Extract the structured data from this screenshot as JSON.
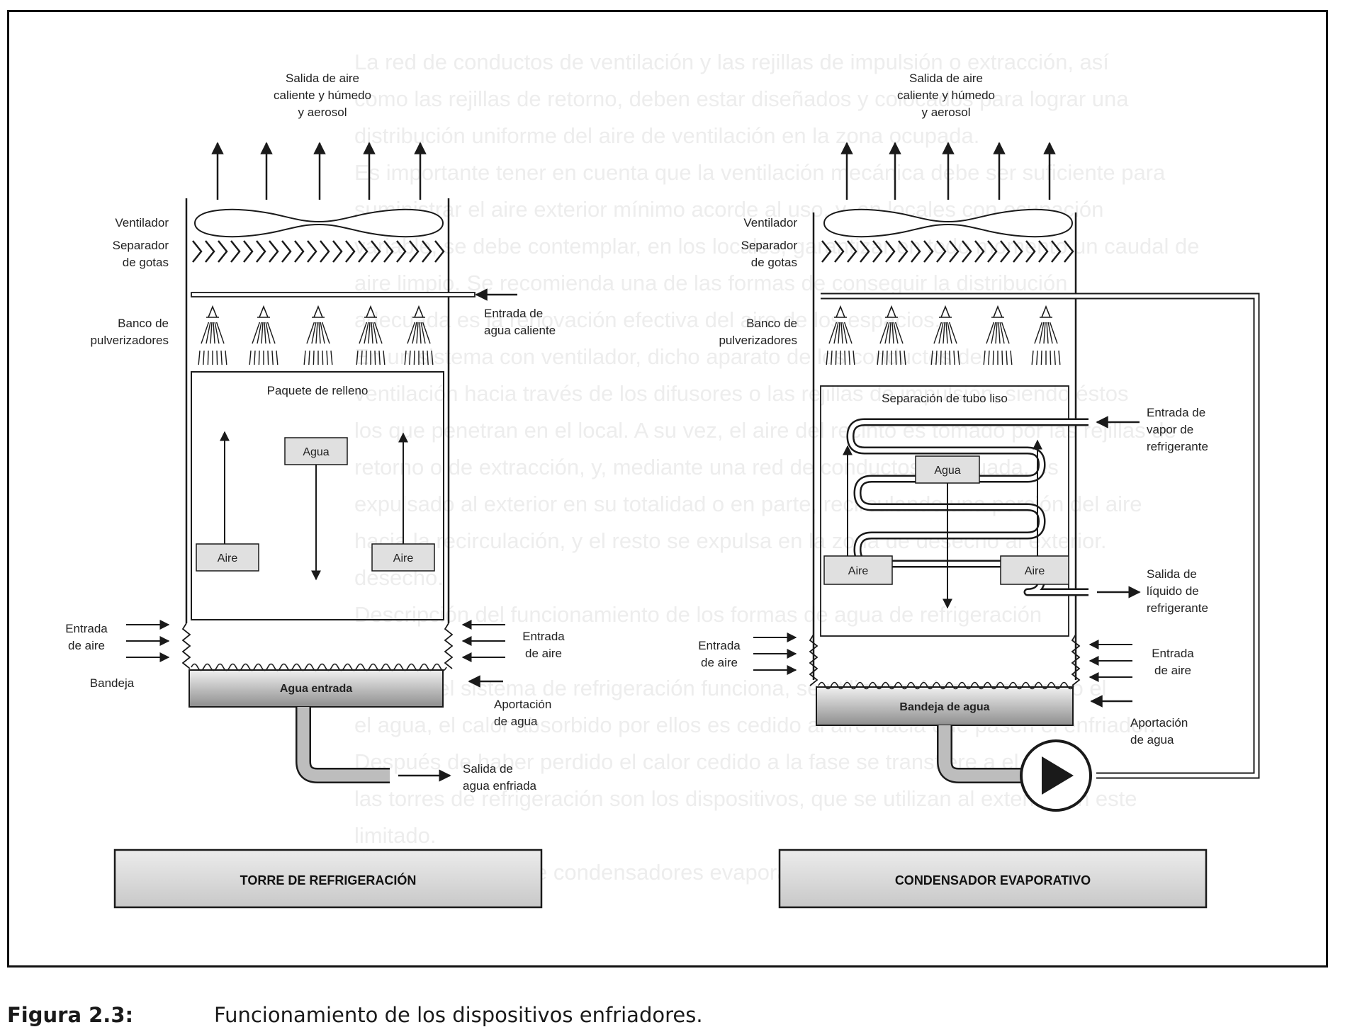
{
  "background_text": [
    "La red de conductos de ventilación y las rejillas de impulsión o extracción, así",
    "como las rejillas de retorno, deben estar diseñados y colocados para lograr una",
    "distribución uniforme del aire de ventilación en la zona ocupada.",
    "Es importante tener en cuenta que la ventilación mecánica debe ser suficiente para",
    "suministrar el aire exterior mínimo acorde al uso, y, en locales con ocupación",
    "variable, se debe contemplar, en los locales, garantizar en todo momento un caudal de",
    "aire limpio. Se recomienda una de las formas de conseguir la distribución",
    "adecuada es la renovación efectiva del aire de los espacios.",
    "En un sistema con ventilador, dicho aparato de los conductos de",
    "ventilación hacia través de los difusores o las rejillas de impulsión, siendo éstos",
    "los que penetran en el local. A su vez, el aire del recinto es tomado por las rejillas de",
    "retorno o de extracción, y, mediante una red de conductos adecuada, es",
    "expulsado al exterior en su totalidad o en parte, recirculando una porción del aire",
    "hacia la recirculación, y el resto se expulsa en la zona de desecho al exterior.",
    "desecho.",
    "Descripción del funcionamiento de los formas de agua de refrigeración",
    "",
    "Cuando el sistema de refrigeración funciona, se utilizan refrigerantes como el",
    "el agua, el calor absorbido por ellos es cedido al aire hacia que pasen el enfriador.",
    "Después de haber perdido el calor cedido a la fase se transfiere a el",
    "las torres de refrigeración son los dispositivos, que se utilizan al exterior, en este",
    "limitado.",
    "En algunos tipos de condensadores evaporativos, un ventilador, en forma de"
  ],
  "left_unit": {
    "top_label": [
      "Salida de aire",
      "caliente y húmedo",
      "y aerosol"
    ],
    "fan_label": "Ventilador",
    "separator_label": [
      "Separador",
      "de gotas"
    ],
    "sprayer_label": [
      "Banco de",
      "pulverizadores"
    ],
    "hot_water_label": [
      "Entrada de",
      "agua caliente"
    ],
    "fill_label": "Paquete de relleno",
    "water_box": "Agua",
    "air_box_left": "Aire",
    "air_box_right": "Aire",
    "air_in_left": [
      "Entrada",
      "de aire"
    ],
    "air_in_right": [
      "Entrada",
      "de aire"
    ],
    "tray_label": "Bandeja",
    "basin_label": "Agua entrada",
    "makeup_label": [
      "Aportación",
      "de agua"
    ],
    "outlet_label": [
      "Salida de",
      "agua enfriada"
    ],
    "title": "TORRE DE REFRIGERACIÓN"
  },
  "right_unit": {
    "top_label": [
      "Salida de aire",
      "caliente y húmedo",
      "y aerosol"
    ],
    "fan_label": "Ventilador",
    "separator_label": [
      "Separador",
      "de gotas"
    ],
    "sprayer_label": [
      "Banco de",
      "pulverizadores"
    ],
    "coil_section_label": "Separación de tubo liso",
    "vapor_in_label": [
      "Entrada de",
      "vapor de",
      "refrigerante"
    ],
    "water_box": "Agua",
    "air_box_left": "Aire",
    "air_box_right": "Aire",
    "liquid_out_label": [
      "Salida de",
      "líquido de",
      "refrigerante"
    ],
    "air_in_left": [
      "Entrada",
      "de aire"
    ],
    "air_in_right": [
      "Entrada",
      "de aire"
    ],
    "basin_label": "Bandeja de agua",
    "makeup_label": [
      "Aportación",
      "de agua"
    ],
    "title": "CONDENSADOR EVAPORATIVO"
  },
  "colors": {
    "line": "#1a1a1a",
    "basin_fill_top": "#f0f0f0",
    "basin_fill_bottom": "#8e8e8e",
    "title_box_fill": "#d6d6d6",
    "background_text": "#c9c9c9"
  },
  "caption": {
    "label": "Figura 2.3:",
    "text": "Funcionamiento de los dispositivos enfriadores."
  }
}
